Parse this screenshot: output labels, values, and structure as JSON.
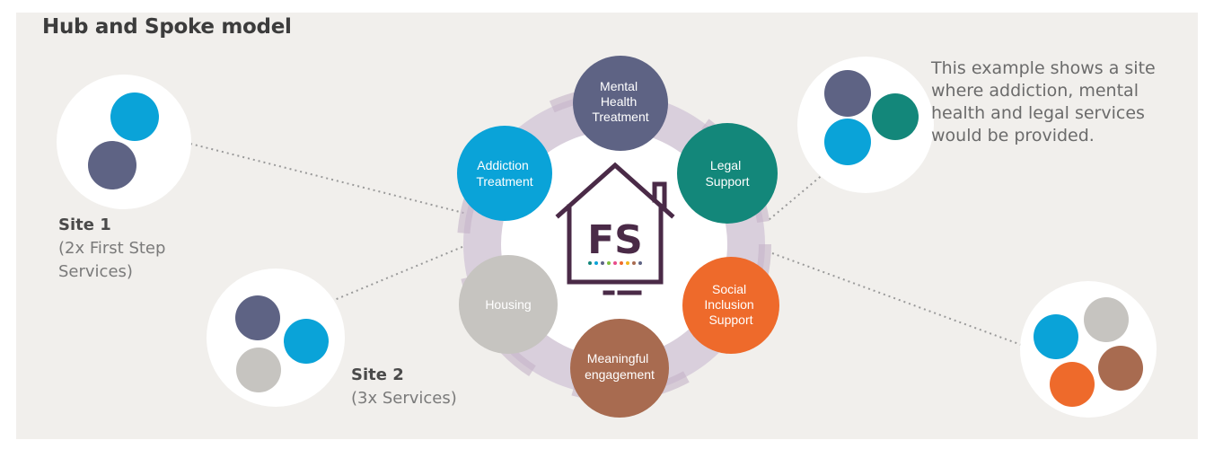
{
  "title": "Hub and Spoke model",
  "hub": {
    "logo_text": "FS",
    "services": [
      {
        "lines": [
          "Mental",
          "Health",
          "Treatment"
        ],
        "color": "#5e6384"
      },
      {
        "lines": [
          "Legal",
          "Support"
        ],
        "color": "#13877a"
      },
      {
        "lines": [
          "Social",
          "Inclusion",
          "Support"
        ],
        "color": "#ee6a2b"
      },
      {
        "lines": [
          "Meaningful",
          "engagement"
        ],
        "color": "#a86b50"
      },
      {
        "lines": [
          "Housing"
        ],
        "color": "#c6c4c0"
      },
      {
        "lines": [
          "Addiction",
          "Treatment"
        ],
        "color": "#0aa3d8"
      }
    ]
  },
  "site1": {
    "name": "Site 1",
    "detail_line1": "(2x First Step",
    "detail_line2": "Services)"
  },
  "site2": {
    "name": "Site 2",
    "detail_line1": "(3x Services)"
  },
  "description": {
    "line1": "This example shows a site",
    "line2": "where addiction, mental",
    "line3": "health and legal services",
    "line4": "would be provided."
  },
  "colors": {
    "background": "#f1efec",
    "spoke_circle": "#ffffff",
    "ring": "#d9cfdc",
    "ring_accent": "#c4b3c8",
    "logo": "#4a2a47",
    "blue": "#0aa3d8",
    "slate": "#5e6384",
    "teal": "#13877a",
    "grey": "#c6c4c0",
    "orange": "#ee6a2b",
    "brown": "#a86b50"
  }
}
